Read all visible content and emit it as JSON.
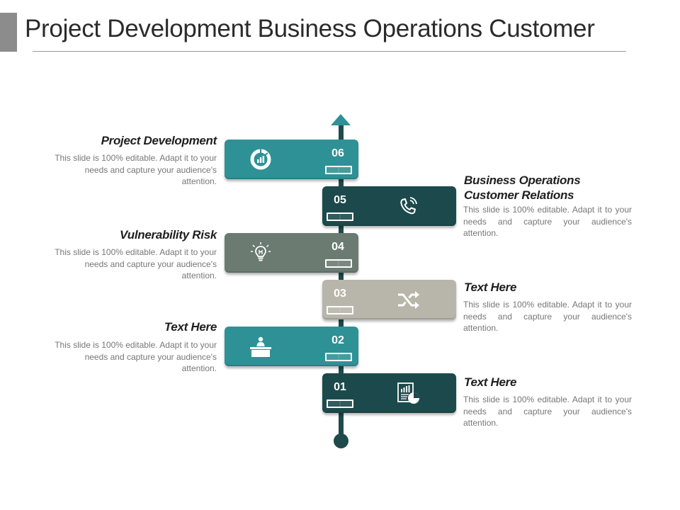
{
  "title": "Project Development Business Operations Customer",
  "colors": {
    "teal": "#2e9196",
    "dark_teal": "#1c4a4c",
    "slate": "#6b7b72",
    "light_gray": "#b8b6aa",
    "axis": "#1e4a4c"
  },
  "steps": [
    {
      "num": "01",
      "icon": "report-chart-icon",
      "color": "#1c4a4c"
    },
    {
      "num": "02",
      "icon": "desk-person-icon",
      "color": "#2e9196"
    },
    {
      "num": "03",
      "icon": "shuffle-icon",
      "color": "#b8b6aa"
    },
    {
      "num": "04",
      "icon": "lightbulb-icon",
      "color": "#6b7b72"
    },
    {
      "num": "05",
      "icon": "phone-icon",
      "color": "#1c4a4c"
    },
    {
      "num": "06",
      "icon": "donut-chart-icon",
      "color": "#2e9196"
    }
  ],
  "descriptions": [
    {
      "step": "06",
      "heading": "Project Development",
      "body": "This slide is 100% editable. Adapt it to your needs and capture your audience's attention."
    },
    {
      "step": "05",
      "heading_lines": [
        "Business Operations",
        "Customer Relations"
      ],
      "body": "This slide is 100% editable. Adapt it to your needs and capture your audience's attention."
    },
    {
      "step": "04",
      "heading": "Vulnerability Risk",
      "body": "This slide is 100% editable. Adapt it to your needs and capture your audience's attention."
    },
    {
      "step": "03",
      "heading": "Text Here",
      "body": "This slide is 100% editable. Adapt it to your needs and capture your audience's attention."
    },
    {
      "step": "02",
      "heading": "Text Here",
      "body": "This slide is 100% editable. Adapt it to your needs and capture your audience's attention."
    },
    {
      "step": "01",
      "heading": "Text Here",
      "body": "This slide is 100% editable. Adapt it to your needs and capture your audience's attention."
    }
  ]
}
